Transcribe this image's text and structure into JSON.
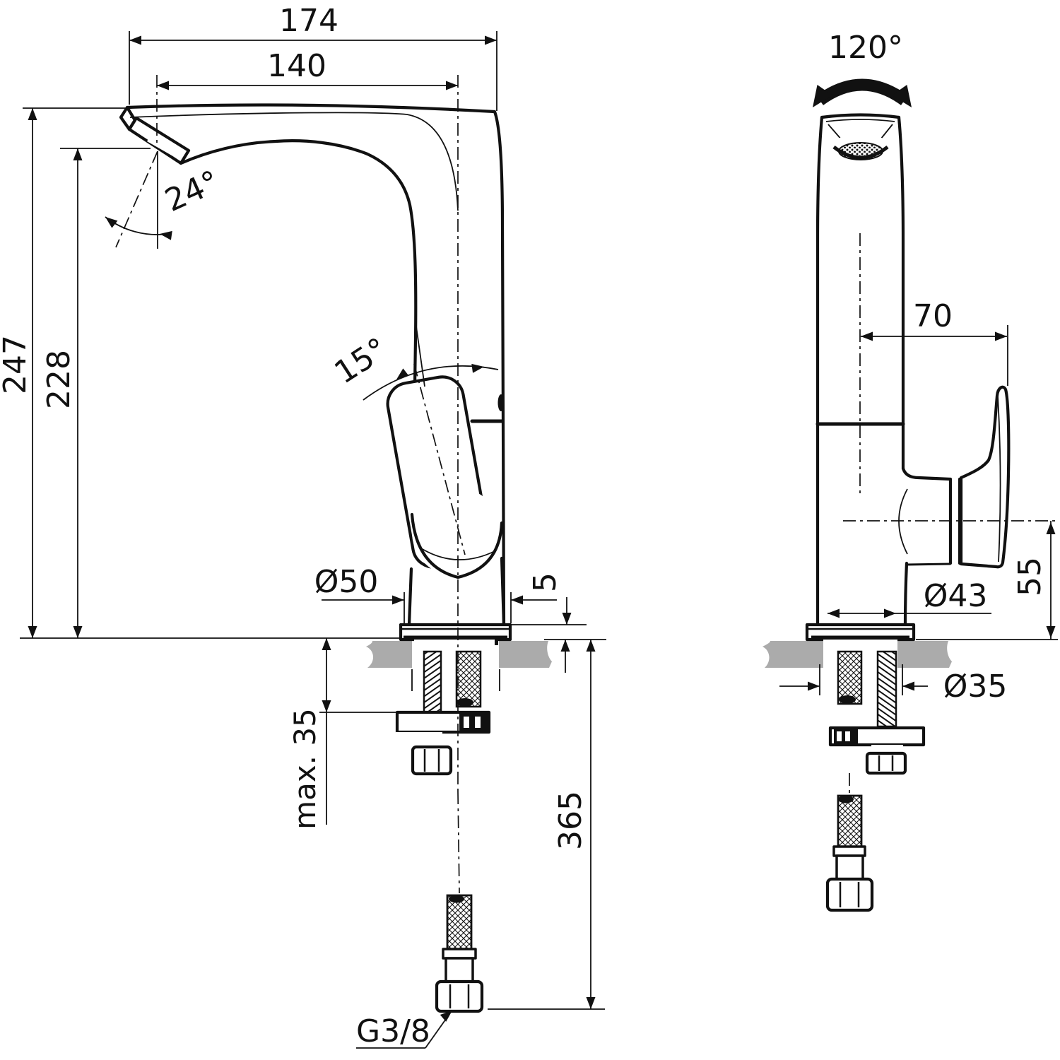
{
  "drawing": {
    "title": "single-lever-basin-mixer-dimension-drawing",
    "front_view": {
      "total_reach": "174",
      "spout_reach": "140",
      "total_height": "247",
      "spout_height": "228",
      "spout_angle": "24°",
      "handle_angle": "15°",
      "base_diameter": "Ø50",
      "flange_height": "5",
      "max_deck": "max. 35",
      "hose_length": "365",
      "thread": "G3/8"
    },
    "side_view": {
      "swivel_angle": "120°",
      "handle_offset": "70",
      "body_diameter": "Ø43",
      "handle_height": "55",
      "hole_diameter": "Ø35"
    },
    "colors": {
      "line": "#111111",
      "countertop": "#ababab",
      "background": "#ffffff"
    }
  }
}
